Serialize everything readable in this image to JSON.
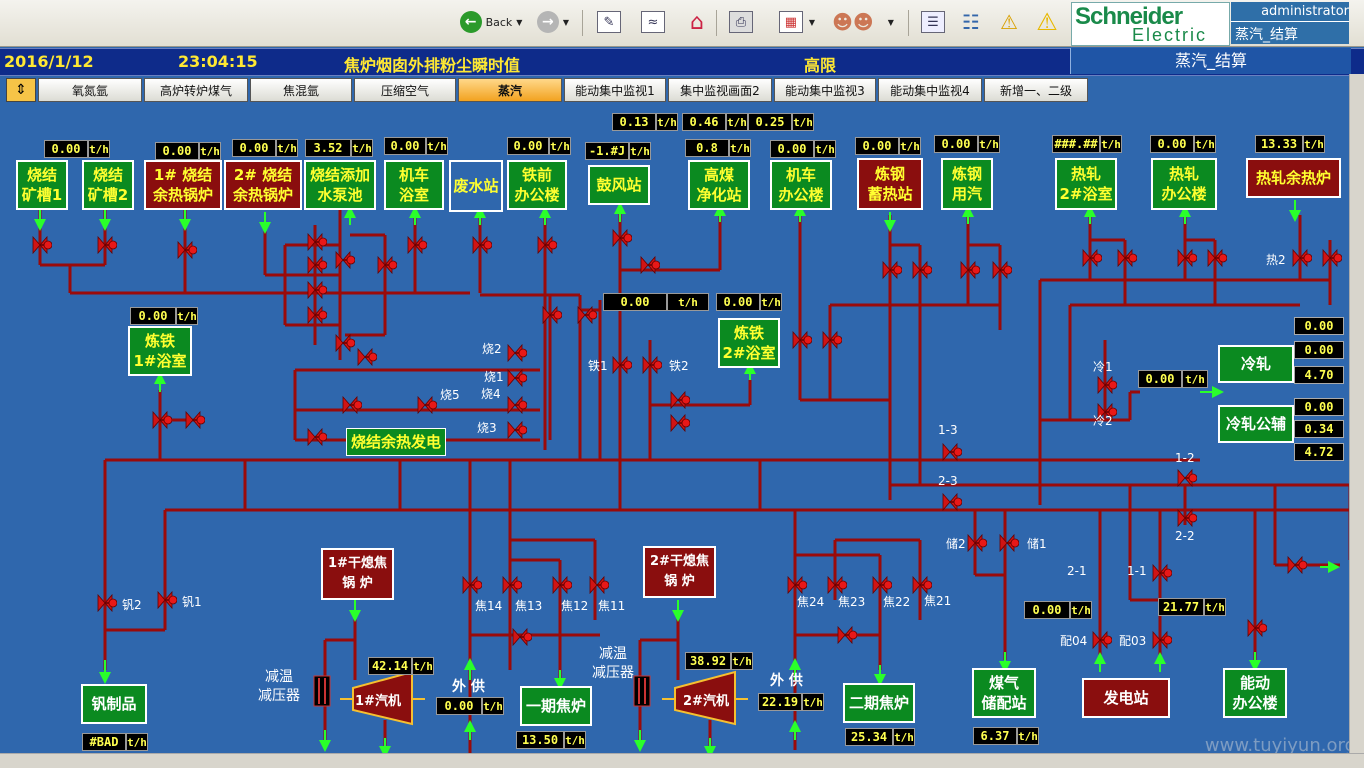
{
  "browser": {
    "back_label": "Back",
    "brand_line1": "Schneider",
    "brand_line2": "Electric",
    "user": "administrator",
    "user_page": "蒸汽_结算"
  },
  "header": {
    "date": "2016/1/12",
    "time": "23:04:15",
    "title": "焦炉烟囱外排粉尘瞬时值",
    "alarm": "高限",
    "page": "蒸汽_结算"
  },
  "tabs": [
    "氧氮氩",
    "高炉转炉煤气",
    "焦混氩",
    "压缩空气",
    "蒸汽",
    "能动集中监视1",
    "集中监视画面2",
    "能动集中监视3",
    "能动集中监视4",
    "新增一、二级"
  ],
  "active_tab": "蒸汽",
  "units": {
    "name1": "烧结\n矿槽1",
    "name2": "烧结\n矿槽2",
    "name3": "1# 烧结\n余热锅炉",
    "name4": "2# 烧结\n余热锅炉",
    "name5": "烧结添加\n水泵池",
    "name6": "机车\n浴室",
    "name7": "废水站",
    "name8": "铁前\n办公楼",
    "name9": "鼓风站",
    "name10": "高煤\n净化站",
    "name11": "机车\n办公楼",
    "name12": "炼钢\n蓄热站",
    "name13": "炼钢\n用汽",
    "name14": "热轧\n2#浴室",
    "name15": "热轧\n办公楼",
    "name16": "热轧余热炉",
    "name17": "炼铁\n1#浴室",
    "name18": "炼铁\n2#浴室",
    "name19": "冷轧",
    "name20": "冷轧公辅",
    "name21": "烧结余热发电",
    "name22": "1#干熄焦\n锅  炉",
    "name23": "2#干熄焦\n锅  炉",
    "name24": "钒制品",
    "name25": "一期焦炉",
    "name26": "二期焦炉",
    "name27": "煤气\n储配站",
    "name28": "发电站",
    "name29": "能动\n办公楼",
    "name30": "1#汽机",
    "name31": "2#汽机"
  },
  "values": {
    "v1": "0.00",
    "v2": "0.00",
    "v3": "0.00",
    "v4": "3.52",
    "v5": "0.00",
    "v6": "0.00",
    "v7": "-1.#J",
    "v8": "0.13",
    "v9": "0.46",
    "v10": "0.25",
    "v11": "0.8",
    "v12": "0.00",
    "v13": "0.00",
    "v14": "0.00",
    "v15": "###.##",
    "v16": "0.00",
    "v17": "13.33",
    "v18": "0.00",
    "v19": "0.00",
    "v20": "0.00",
    "v21": "0.00",
    "v22": "0.00",
    "v23": "0.00",
    "v24": "4.70",
    "v25": "0.00",
    "v26": "0.34",
    "v27": "4.72",
    "v28": "42.14",
    "v29": "38.92",
    "v30": "0.00",
    "v31": "22.19",
    "v32": "13.50",
    "v33": "25.34",
    "v34": "0.00",
    "v35": "21.77",
    "v36": "6.37",
    "v37": "#BAD",
    "unit": "t/h"
  },
  "labels": {
    "shao2": "烧2",
    "shao1": "烧1",
    "shao4": "烧4",
    "shao5": "烧5",
    "shao3": "烧3",
    "tie1": "铁1",
    "tie2": "铁2",
    "leng1": "冷1",
    "leng2": "冷2",
    "re2": "热2",
    "l13": "1-3",
    "l23": "2-3",
    "l12": "1-2",
    "l22": "2-2",
    "l21": "2-1",
    "l11": "1-1",
    "chu2": "储2",
    "chu1": "储1",
    "pei04": "配04",
    "pei03": "配03",
    "fan2": "钒2",
    "fan1": "钒1",
    "jiao14": "焦14",
    "jiao13": "焦13",
    "jiao12": "焦12",
    "jiao11": "焦11",
    "jiao24": "焦24",
    "jiao23": "焦23",
    "jiao22": "焦22",
    "jiao21": "焦21",
    "jianwen1": "减温\n减压器",
    "jianwen2": "减温\n减压器",
    "waigong1": "外  供",
    "waigong2": "外  供"
  },
  "watermark": "www.tuyiyun.org",
  "colors": {
    "background": "#2f67ad",
    "pipe": "#9a0a0a",
    "valve": "#cc1010",
    "arrow": "#2aff2a"
  }
}
